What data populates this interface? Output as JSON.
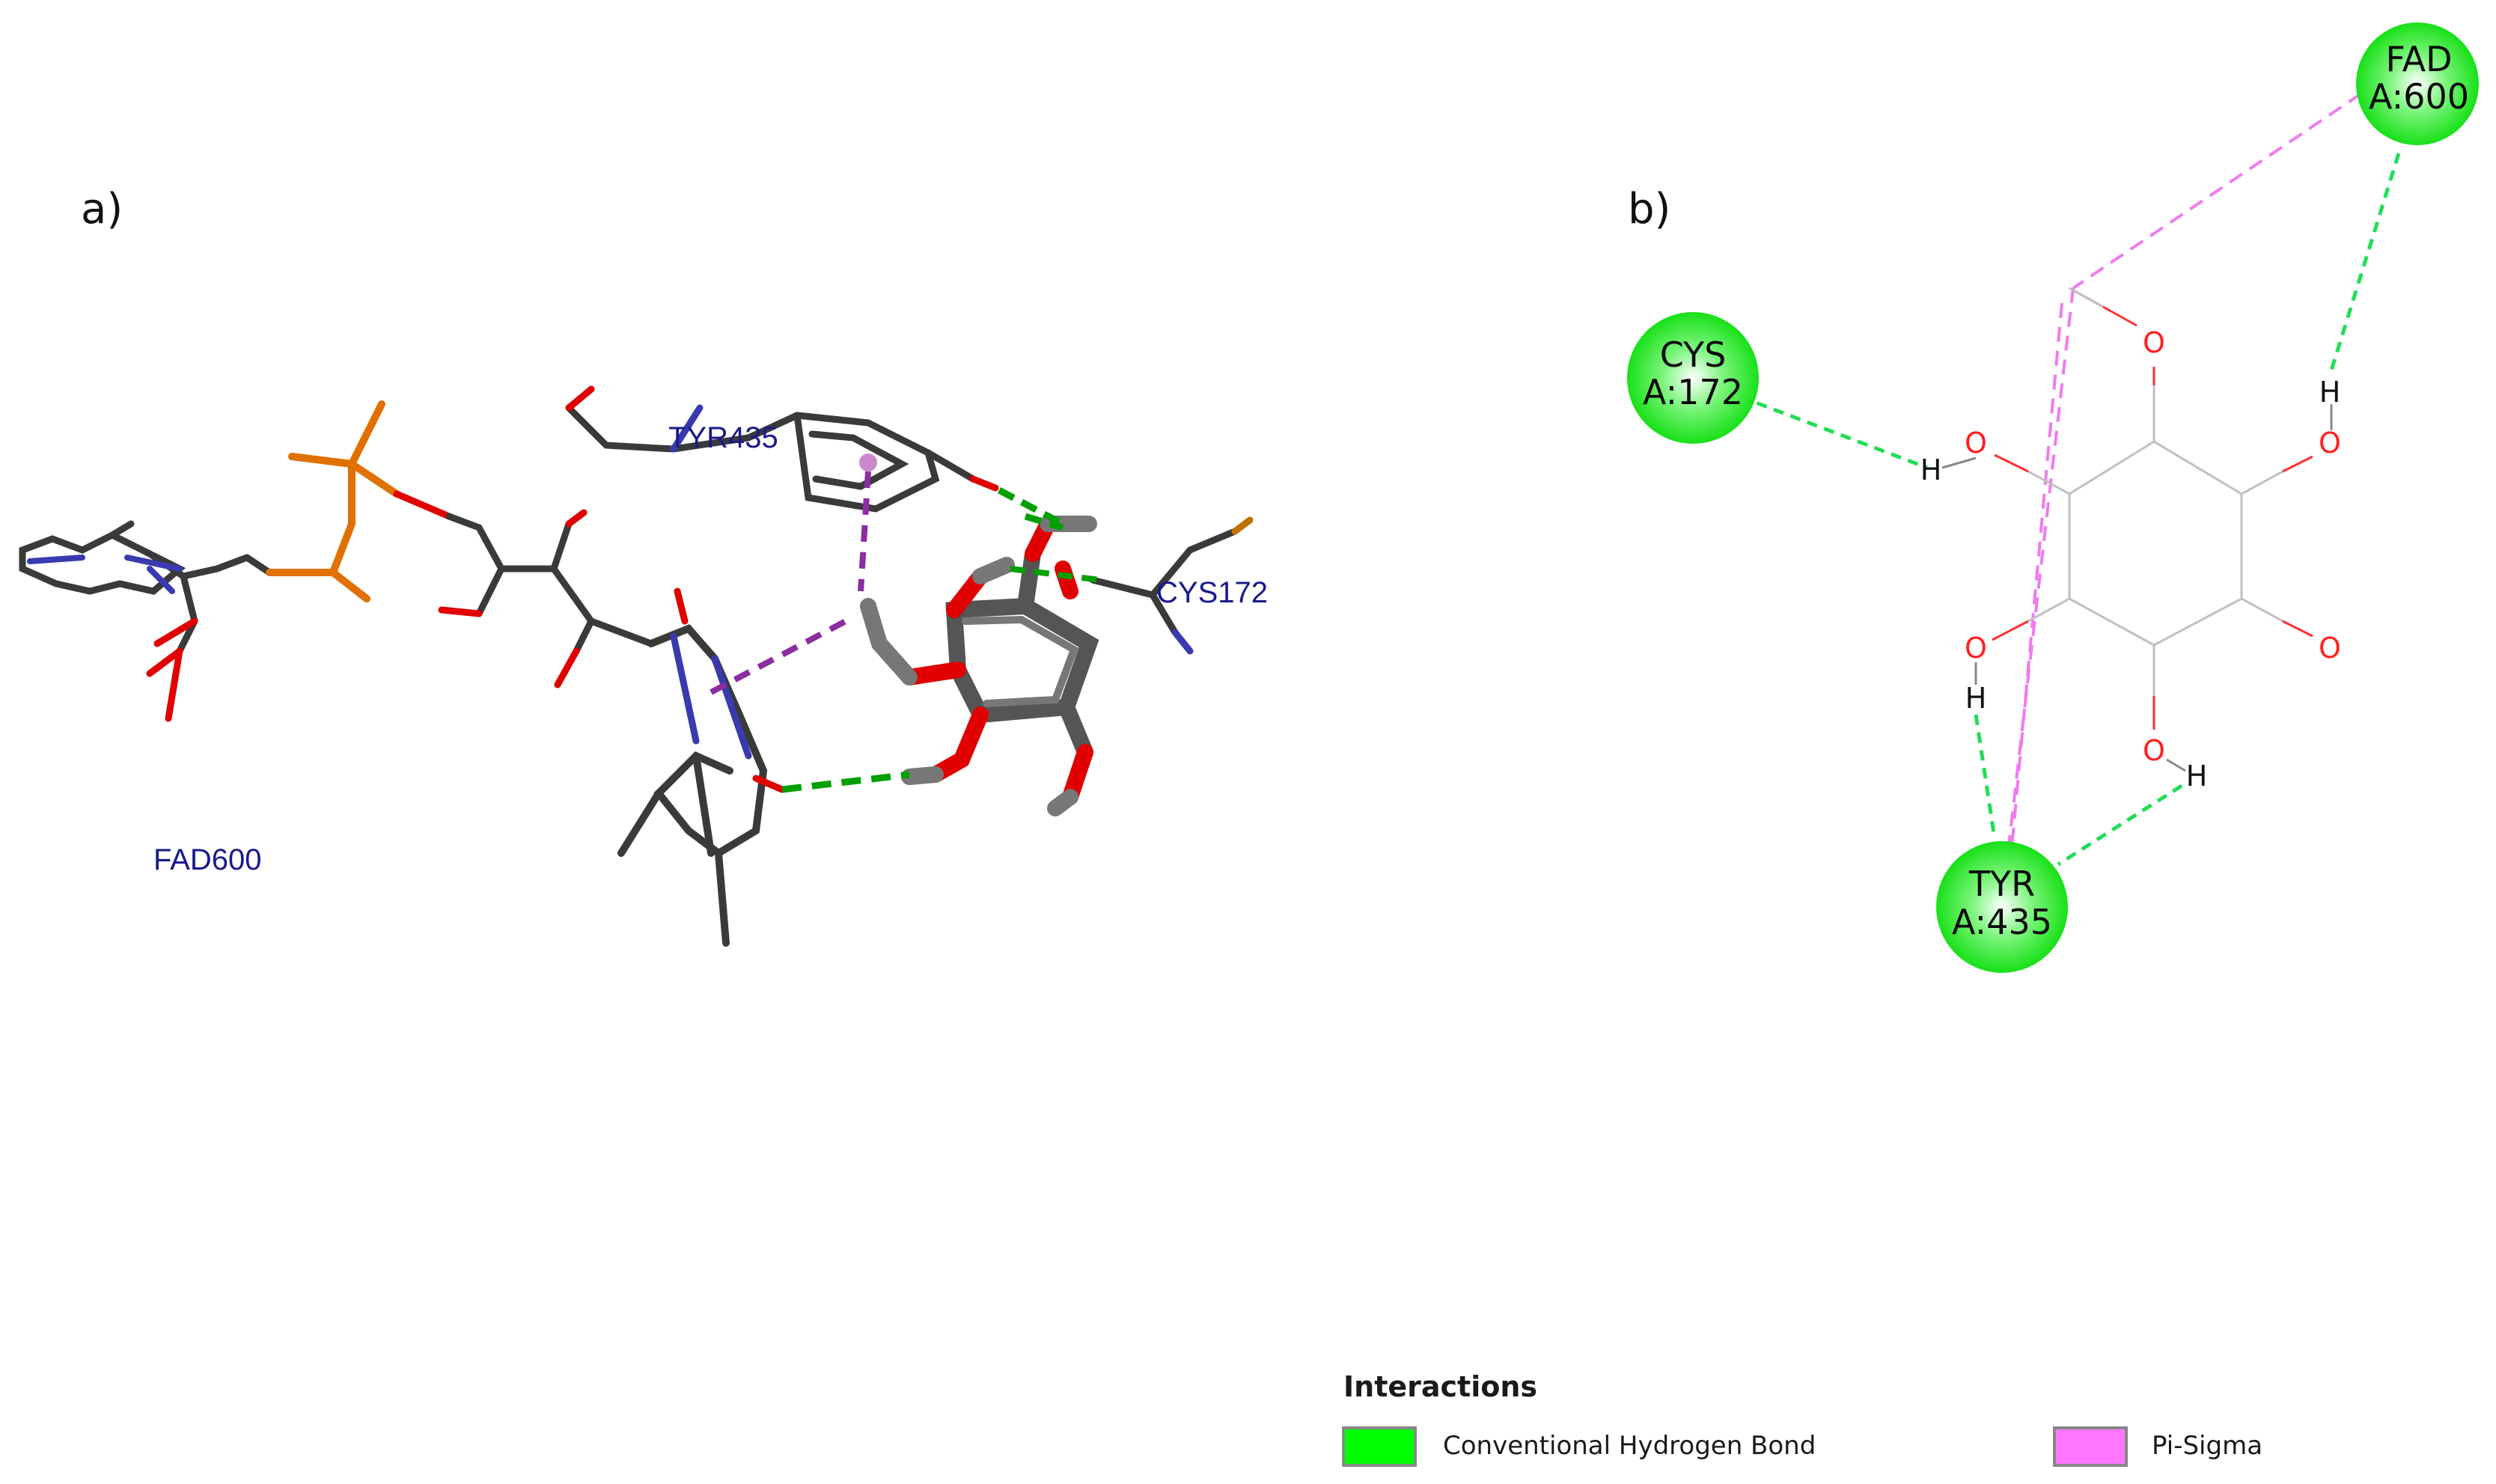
{
  "panel_a": {
    "label": "a)",
    "residues": {
      "tyr": "TYR435",
      "cys": "CYS172",
      "fad": "FAD600"
    }
  },
  "panel_b": {
    "label": "b)",
    "residues": [
      {
        "id": "fad",
        "line1": "FAD",
        "line2": "A:600"
      },
      {
        "id": "cys",
        "line1": "CYS",
        "line2": "A:172"
      },
      {
        "id": "tyr",
        "line1": "TYR",
        "line2": "A:435"
      }
    ],
    "atoms": {
      "oxygen": "O",
      "hydrogen": "H"
    }
  },
  "legend": {
    "title": "Interactions",
    "items": [
      {
        "label": "Conventional Hydrogen Bond",
        "color": "#00ff00"
      },
      {
        "label": "Pi-Sigma",
        "color": "#ff77ff"
      }
    ]
  },
  "colors": {
    "carbon": "#3a3a3a",
    "oxygen": "#e00000",
    "nitrogen": "#3a3ab0",
    "phosphorus": "#e07000",
    "hbond": "#00b000",
    "pi_sigma_3d": "#8a2ea0",
    "residue_disc": "#22ee22",
    "pi_sigma_2d": "#f07af0",
    "hbond_2d": "#22dd55",
    "ring_2d": "#c0c0c0"
  }
}
